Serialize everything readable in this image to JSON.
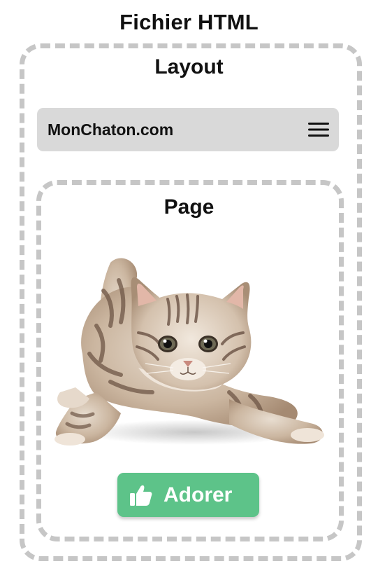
{
  "file": {
    "title": "Fichier HTML"
  },
  "layout": {
    "title": "Layout",
    "navbar": {
      "brand": "MonChaton.com",
      "menu_icon": "hamburger-menu-icon",
      "background_color": "#d9d9d9"
    },
    "border_color": "#c6c6c6"
  },
  "page": {
    "title": "Page",
    "image": "kitten-photo",
    "like_button": {
      "label": "Adorer",
      "icon": "thumbs-up-icon",
      "color": "#5dc389"
    }
  }
}
